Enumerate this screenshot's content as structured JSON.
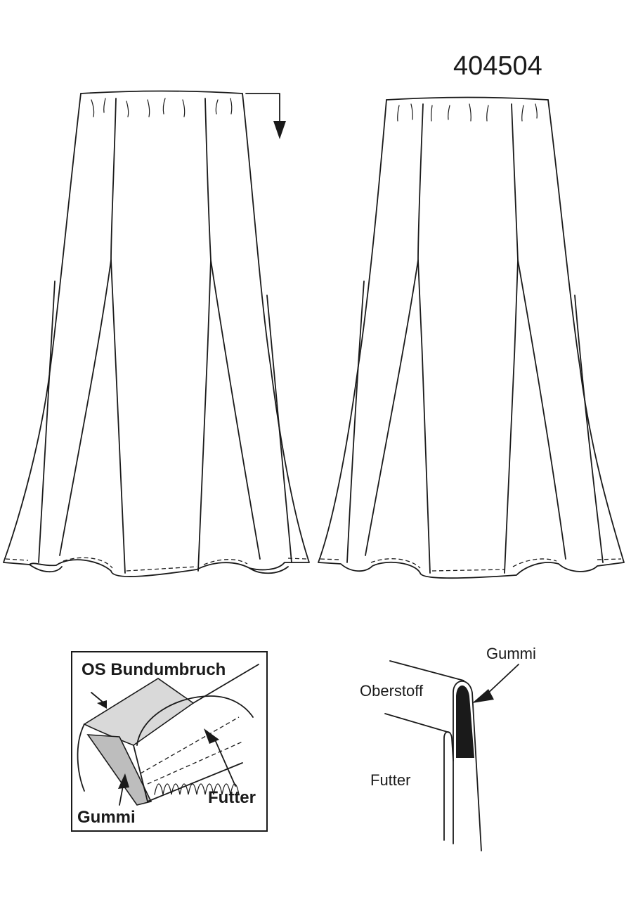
{
  "model_number": "404504",
  "detail_left": {
    "label_fold": "OS Bundumbruch",
    "label_elastic": "Gummi",
    "label_lining": "Futter"
  },
  "detail_right": {
    "label_elastic": "Gummi",
    "label_outer": "Oberstoff",
    "label_lining": "Futter"
  },
  "colors": {
    "line": "#1a1a1a",
    "fabric_fold": "#d9d9d9",
    "elastic_band": "#bdbdbd",
    "elastic_fill": "#1a1a1a"
  }
}
